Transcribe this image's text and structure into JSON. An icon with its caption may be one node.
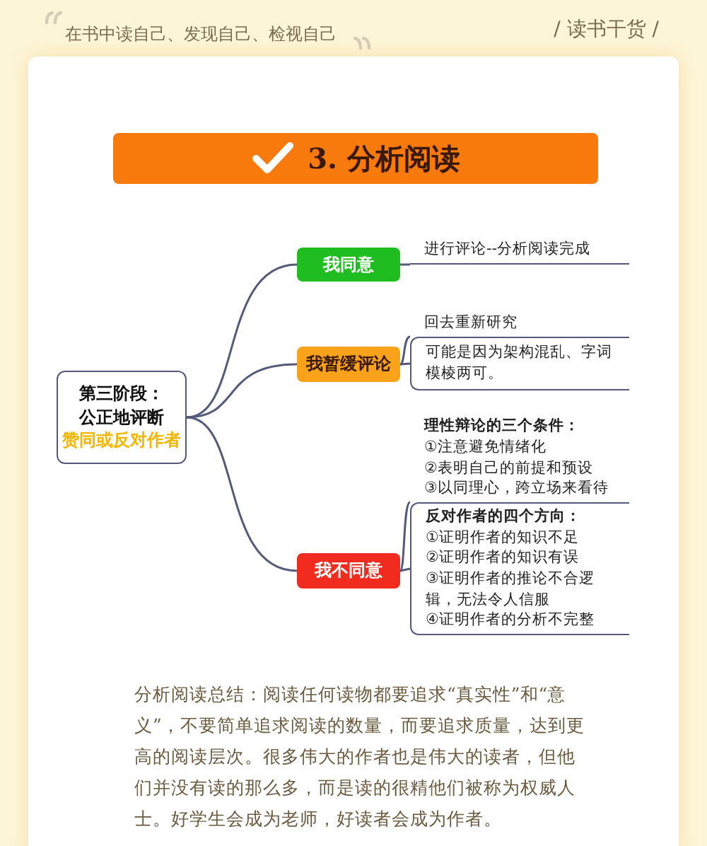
{
  "diagram": {
    "title": "3. 分析阅读",
    "nodes": [
      {
        "text": [
          "第三阶段：公正地评断",
          "赞同或反对作者"
        ]
      },
      {
        "text": [
          "我同意"
        ]
      },
      {
        "text": [
          "我暂缓评论"
        ]
      },
      {
        "text": [
          "我不同意"
        ]
      },
      {
        "text": [
          "进行评论--分析阅读完成"
        ]
      },
      {
        "text": [
          "回去重新研究"
        ]
      },
      {
        "text": [
          "可能是因为架构混乱、字词模棱两可。"
        ]
      },
      {
        "text": [
          "理性辩论的三个条件：",
          "①注意避免情绪化",
          "②表明自己的前提和预设",
          "③以同理心，跨立场来看待"
        ]
      },
      {
        "text": [
          "反对作者的四个方向：",
          "①证明作者的知识不足",
          "②证明作者的知识有误",
          "③证明作者的推论不合逻辑，无法令人信服",
          "④证明作者的分析不完整"
        ]
      }
    ],
    "edges": [
      {
        "from": 0,
        "to": 1,
        "arrow": "none"
      },
      {
        "from": 0,
        "to": 2,
        "arrow": "none"
      },
      {
        "from": 0,
        "to": 3,
        "arrow": "none"
      },
      {
        "from": 1,
        "to": 4,
        "arrow": "none"
      },
      {
        "from": 2,
        "to": 5,
        "arrow": "none"
      },
      {
        "from": 2,
        "to": 6,
        "arrow": "none"
      },
      {
        "from": 3,
        "to": 7,
        "arrow": "none"
      },
      {
        "from": 3,
        "to": 8,
        "arrow": "none"
      }
    ],
    "labels": [
      "在书中读自己、发现自己、检视自己",
      "/ 读书干货 /",
      "分析阅读总结：阅读任何读物都要追求“真实性”和“意义”，不要简单追求阅读的数量，而要追求质量，达到更高的阅读层次。很多伟大的作者也是伟大的读者，但他们并没有读的那么多，而是读的很精他们被称为权威人士。好学生会成为老师，好读者会成为作者。"
    ]
  }
}
